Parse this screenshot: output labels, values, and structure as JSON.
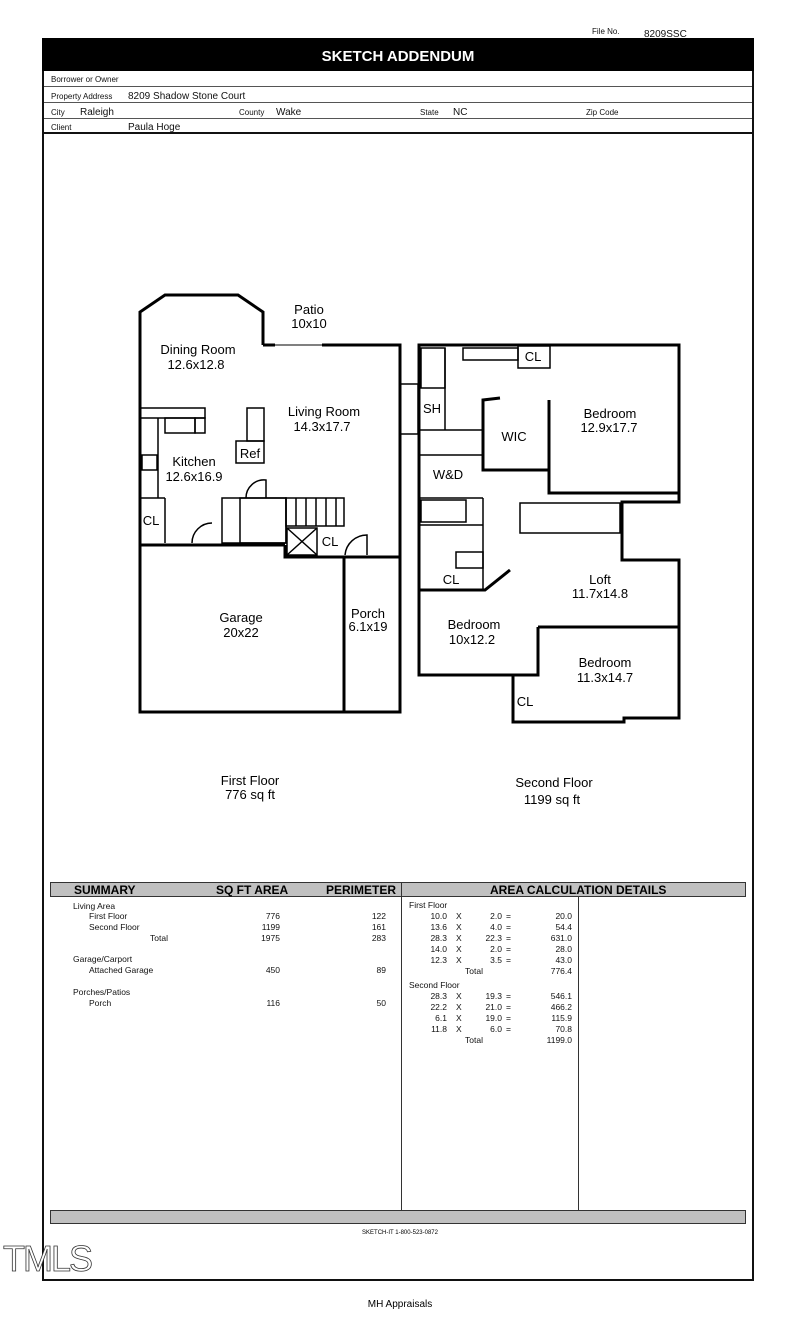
{
  "header": {
    "file_no_label": "File No.",
    "file_no": "8209SSC",
    "title": "SKETCH ADDENDUM"
  },
  "fields": {
    "borrower_label": "Borrower or Owner",
    "address_label": "Property Address",
    "address": "8209 Shadow Stone Court",
    "city_label": "City",
    "city": "Raleigh",
    "county_label": "County",
    "county": "Wake",
    "state_label": "State",
    "state": "NC",
    "zip_label": "Zip Code",
    "client_label": "Client",
    "client": "Paula Hoge"
  },
  "first_floor": {
    "caption": "First Floor",
    "area": "776 sq ft",
    "rooms": [
      {
        "name": "Patio",
        "dims": "10x10"
      },
      {
        "name": "Dining Room",
        "dims": "12.6x12.8"
      },
      {
        "name": "Living Room",
        "dims": "14.3x17.7"
      },
      {
        "name": "Kitchen",
        "dims": "12.6x16.9"
      },
      {
        "name": "Garage",
        "dims": "20x22"
      },
      {
        "name": "Porch",
        "dims": "6.1x19"
      }
    ],
    "labels": {
      "ref": "Ref",
      "cl": "CL"
    }
  },
  "second_floor": {
    "caption": "Second Floor",
    "area": "1199 sq ft",
    "rooms": [
      {
        "name": "Bedroom",
        "dims": "12.9x17.7"
      },
      {
        "name": "Loft",
        "dims": "11.7x14.8"
      },
      {
        "name": "Bedroom",
        "dims": "10x12.2"
      },
      {
        "name": "Bedroom",
        "dims": "11.3x14.7"
      }
    ],
    "labels": {
      "sh": "SH",
      "wic": "WIC",
      "wd": "W&D",
      "cl": "CL"
    }
  },
  "summary": {
    "headers": [
      "SUMMARY",
      "SQ FT AREA",
      "PERIMETER"
    ],
    "living_area": "Living Area",
    "rows": [
      {
        "label": "First Floor",
        "area": "776",
        "perimeter": "122"
      },
      {
        "label": "Second Floor",
        "area": "1199",
        "perimeter": "161"
      },
      {
        "label": "Total",
        "area": "1975",
        "perimeter": "283"
      }
    ],
    "garage_group": "Garage/Carport",
    "garage": {
      "label": "Attached Garage",
      "area": "450",
      "perimeter": "89"
    },
    "porch_group": "Porches/Patios",
    "porch": {
      "label": "Porch",
      "area": "116",
      "perimeter": "50"
    }
  },
  "details": {
    "header": "AREA CALCULATION DETAILS",
    "first_floor_label": "First Floor",
    "first_floor": [
      [
        "10.0",
        "2.0",
        "20.0"
      ],
      [
        "13.6",
        "4.0",
        "54.4"
      ],
      [
        "28.3",
        "22.3",
        "631.0"
      ],
      [
        "14.0",
        "2.0",
        "28.0"
      ],
      [
        "12.3",
        "3.5",
        "43.0"
      ]
    ],
    "first_total": "776.4",
    "second_floor_label": "Second Floor",
    "second_floor": [
      [
        "28.3",
        "19.3",
        "546.1"
      ],
      [
        "22.2",
        "21.0",
        "466.2"
      ],
      [
        "6.1",
        "19.0",
        "115.9"
      ],
      [
        "11.8",
        "6.0",
        "70.8"
      ]
    ],
    "second_total": "1199.0",
    "x": "X",
    "eq": "=",
    "total_label": "Total"
  },
  "footer": {
    "sketch_it": "SKETCH-IT 1-800-523-0872",
    "watermark": "TMLS",
    "company": "MH Appraisals"
  }
}
